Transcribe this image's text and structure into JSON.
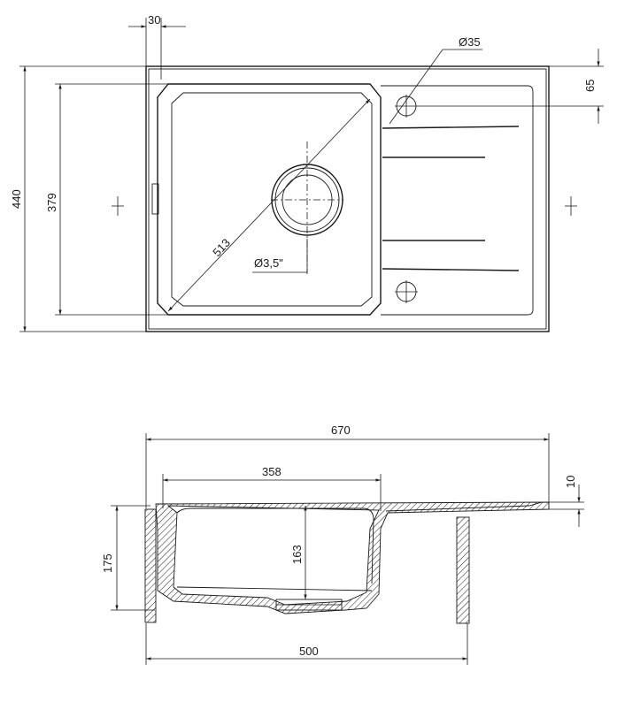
{
  "top_view": {
    "dim_width_edge": "30",
    "dim_hole_diameter": "Ø35",
    "dim_hole_offset": "65",
    "dim_total_depth": "440",
    "dim_bowl_depth": "379",
    "dim_bowl_diagonal": "513",
    "dim_drain_size": "Ø3,5\""
  },
  "section_view": {
    "dim_total_width": "670",
    "dim_bowl_width": "358",
    "dim_rim_thickness": "10",
    "dim_total_height": "175",
    "dim_bowl_height": "163",
    "dim_cabinet_width": "500"
  }
}
